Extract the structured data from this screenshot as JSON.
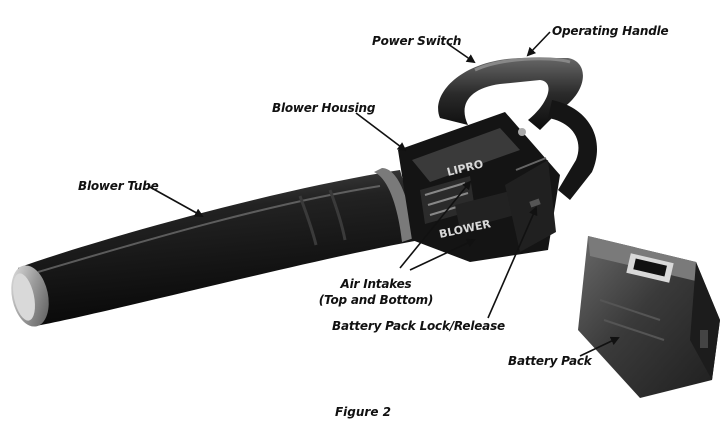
{
  "labels": {
    "operating_handle": "Operating Handle",
    "power_switch": "Power Switch",
    "blower_housing": "Blower Housing",
    "blower_tube": "Blower Tube",
    "air_intakes_line1": "Air Intakes",
    "air_intakes_line2": "(Top and Bottom)",
    "battery_lock": "Battery Pack Lock/Release",
    "battery_pack": "Battery Pack"
  },
  "product_marks": {
    "housing_word": "BLOWER",
    "brand_word": "LIPRO"
  },
  "caption": "Figure 2",
  "colors": {
    "body": "#1a1a1a",
    "body_highlight": "#4a4a4a",
    "nozzle_ring": "#b9b9b9",
    "battery": "#3a3a3a",
    "label_text": "#111111"
  }
}
